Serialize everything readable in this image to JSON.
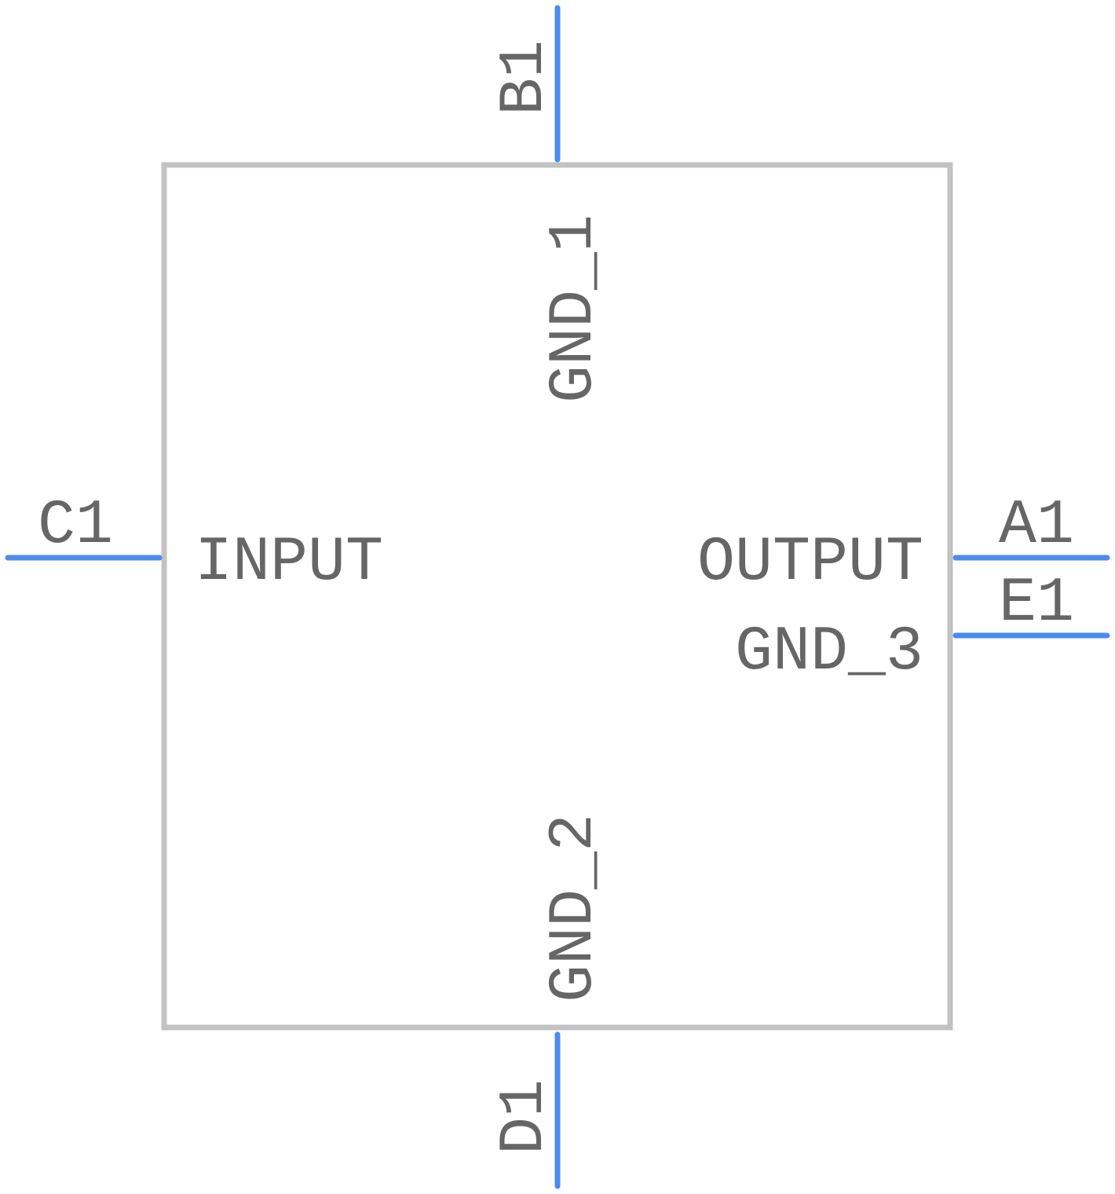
{
  "symbol": {
    "body_color": "#c2c2c2",
    "pin_color": "#4b8ced",
    "text_color": "#666666",
    "background": "#ffffff"
  },
  "pins": {
    "top": {
      "number": "B1",
      "name": "GND_1"
    },
    "left": {
      "number": "C1",
      "name": "INPUT"
    },
    "right1": {
      "number": "A1",
      "name": "OUTPUT"
    },
    "right2": {
      "number": "E1",
      "name": "GND_3"
    },
    "bottom": {
      "number": "D1",
      "name": "GND_2"
    }
  }
}
